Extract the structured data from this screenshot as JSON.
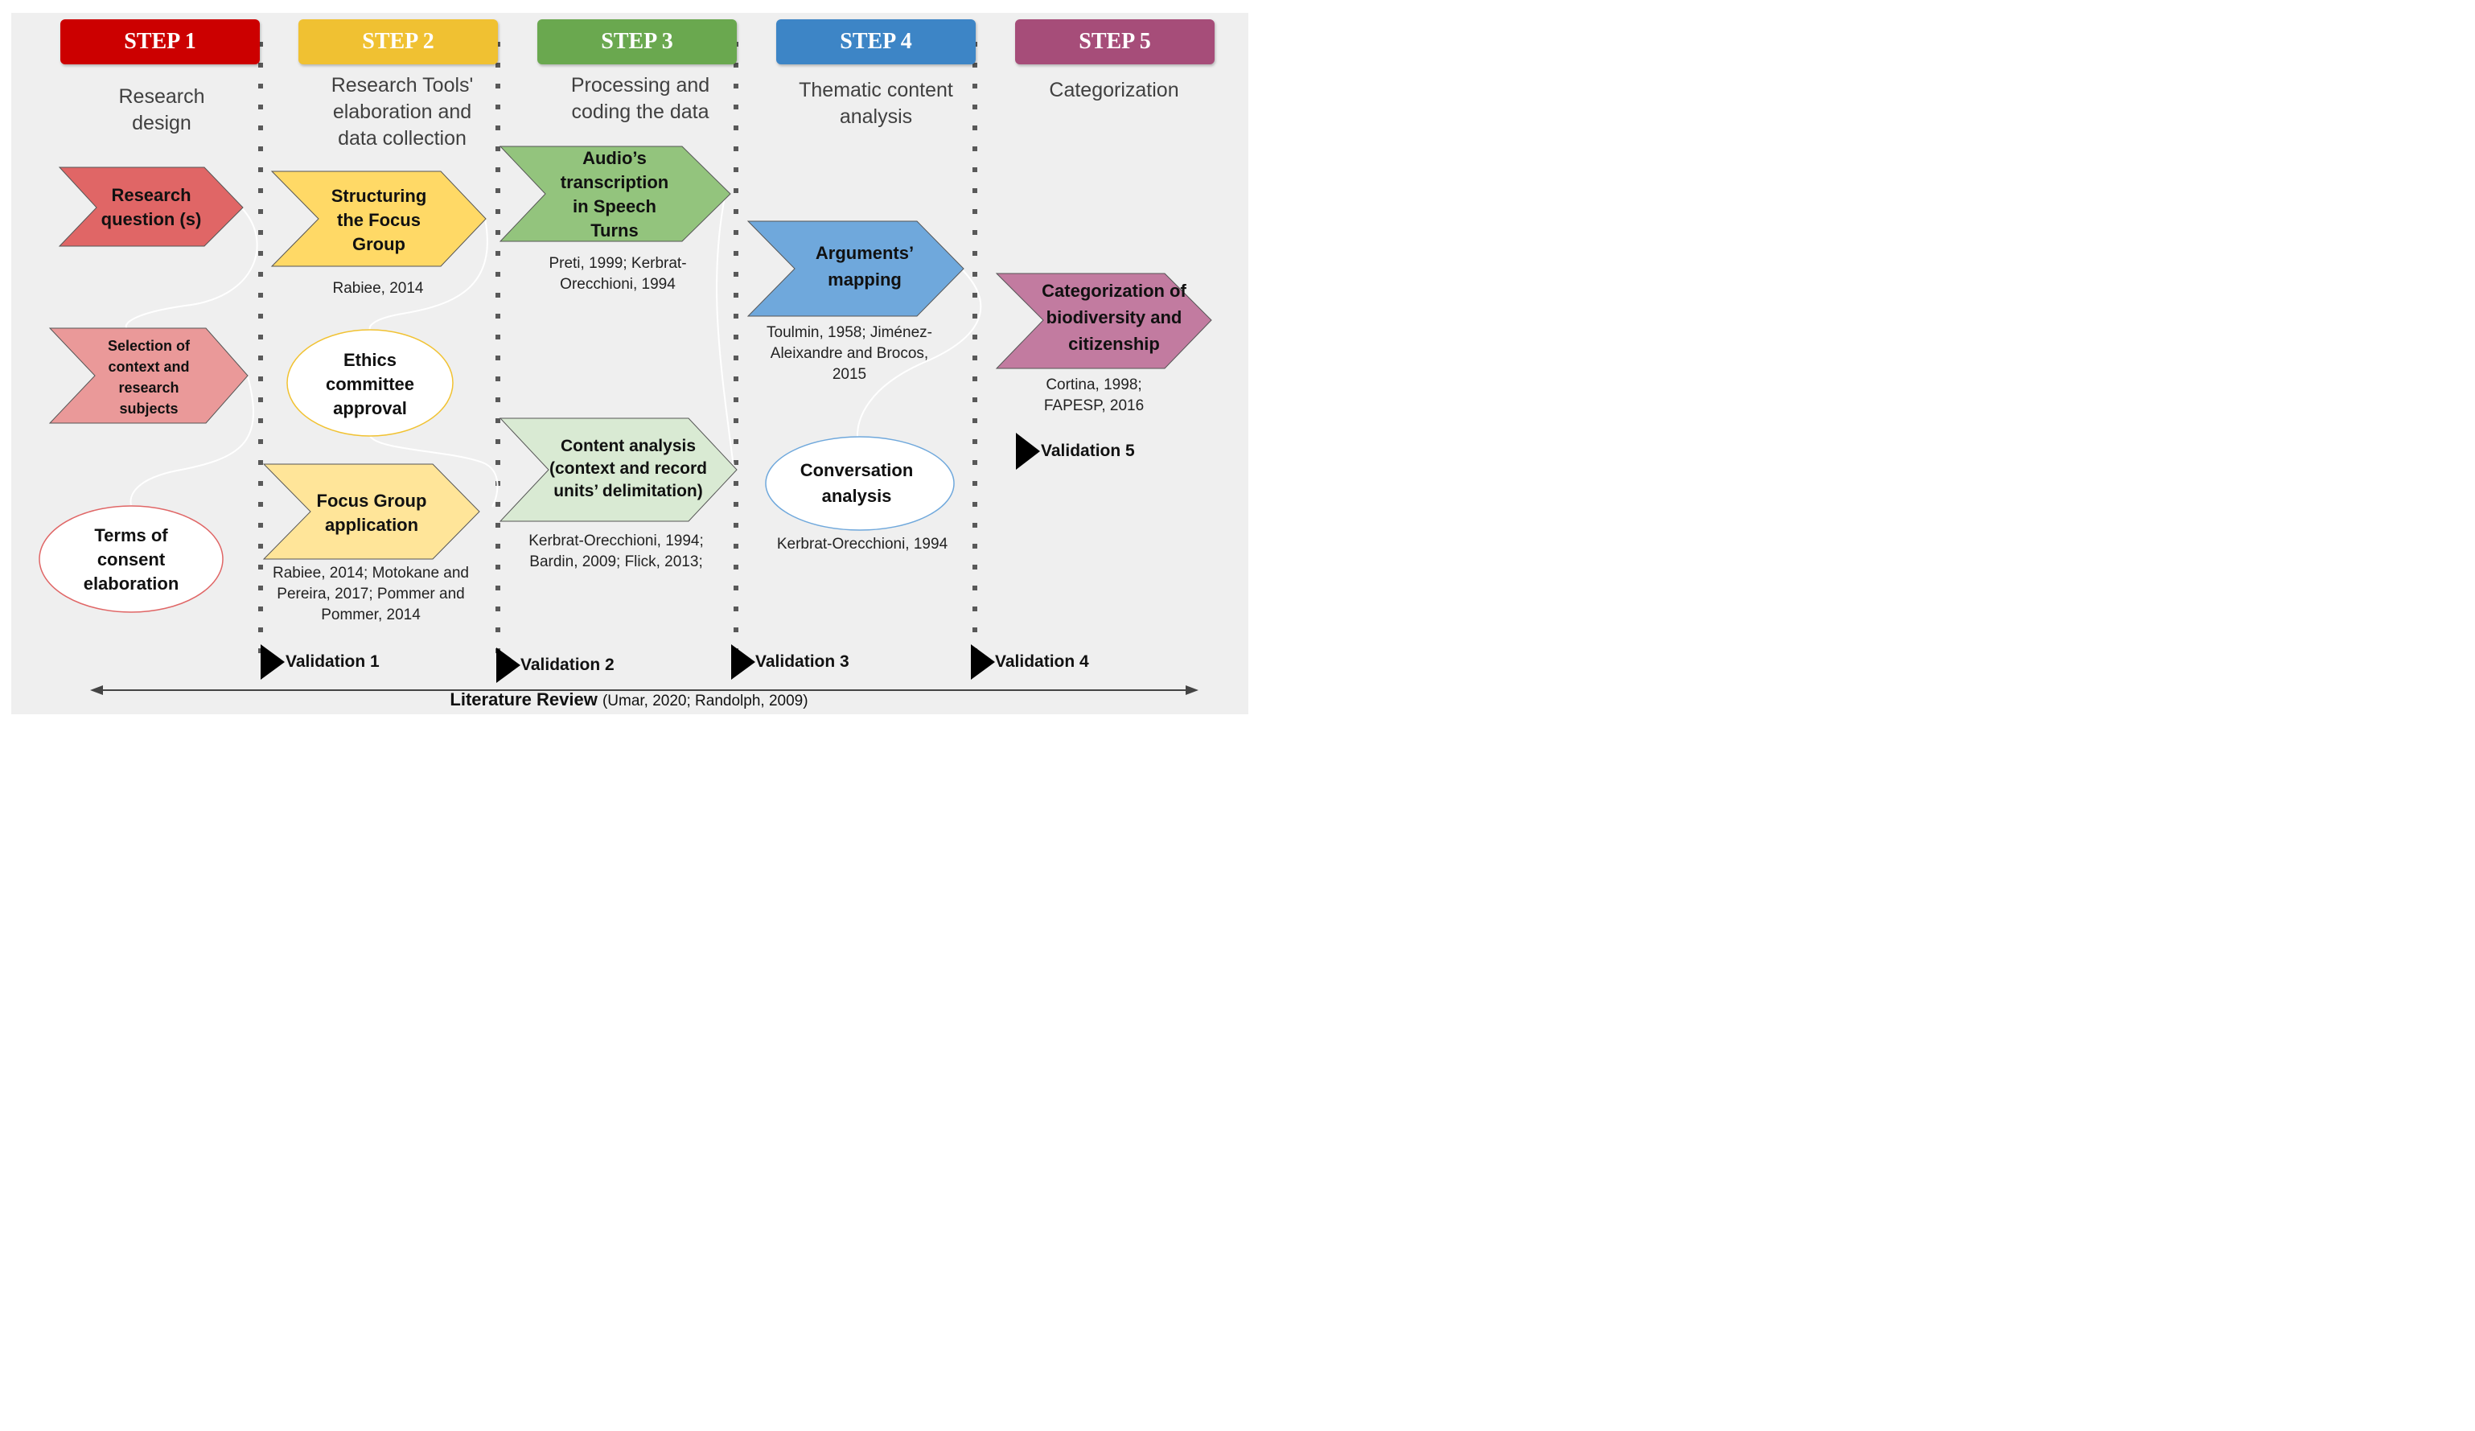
{
  "steps": [
    {
      "label": "STEP 1",
      "color": "#cc0000",
      "subtitle": "Research design"
    },
    {
      "label": "STEP 2",
      "color": "#f0c132",
      "subtitle": "Research Tools' elaboration and data collection"
    },
    {
      "label": "STEP 3",
      "color": "#6aa84f",
      "subtitle": "Processing and coding the data"
    },
    {
      "label": "STEP 4",
      "color": "#3d85c6",
      "subtitle": "Thematic content analysis"
    },
    {
      "label": "STEP 5",
      "color": "#a64d79",
      "subtitle": "Categorization"
    }
  ],
  "nodes": {
    "research_question": {
      "label": "Research question (s)",
      "fill": "#e06666"
    },
    "selection_context": {
      "label": "Selection of context and research subjects",
      "fill": "#ea9999"
    },
    "terms_consent": {
      "label": "Terms of consent elaboration",
      "stroke": "#e06666"
    },
    "structuring_focus": {
      "label": "Structuring the Focus Group",
      "fill": "#ffd966",
      "citation": "Rabiee, 2014"
    },
    "ethics": {
      "label": "Ethics committee approval",
      "stroke": "#f1c232"
    },
    "focus_application": {
      "label": "Focus Group application",
      "fill": "#ffe599",
      "citation": "Rabiee, 2014; Motokane and Pereira, 2017; Pommer and Pommer, 2014"
    },
    "audio_transcription": {
      "label": "Audio’s transcription in Speech Turns",
      "fill": "#93c47d",
      "citation": "Preti, 1999; Kerbrat-Orecchioni, 1994"
    },
    "content_analysis": {
      "label": "Content analysis (context and record units’ delimitation)",
      "fill": "#d9ead3",
      "citation": "Kerbrat-Orecchioni, 1994; Bardin, 2009; Flick, 2013;"
    },
    "arguments_mapping": {
      "label": "Arguments’ mapping",
      "fill": "#6fa8dc",
      "citation": "Toulmin, 1958; Jiménez-Aleixandre and Brocos, 2015"
    },
    "conversation_analysis": {
      "label": "Conversation analysis",
      "stroke": "#6fa8dc",
      "citation": "Kerbrat-Orecchioni, 1994"
    },
    "categorization": {
      "label": "Categorization of biodiversity and citizenship",
      "fill": "#c27ba0",
      "citation": "Cortina, 1998; FAPESP, 2016"
    }
  },
  "validations": [
    "Validation 1",
    "Validation 2",
    "Validation 3",
    "Validation 4",
    "Validation 5"
  ],
  "literature_review": {
    "label": "Literature Review",
    "refs": "(Umar, 2020; Randolph, 2009)"
  }
}
